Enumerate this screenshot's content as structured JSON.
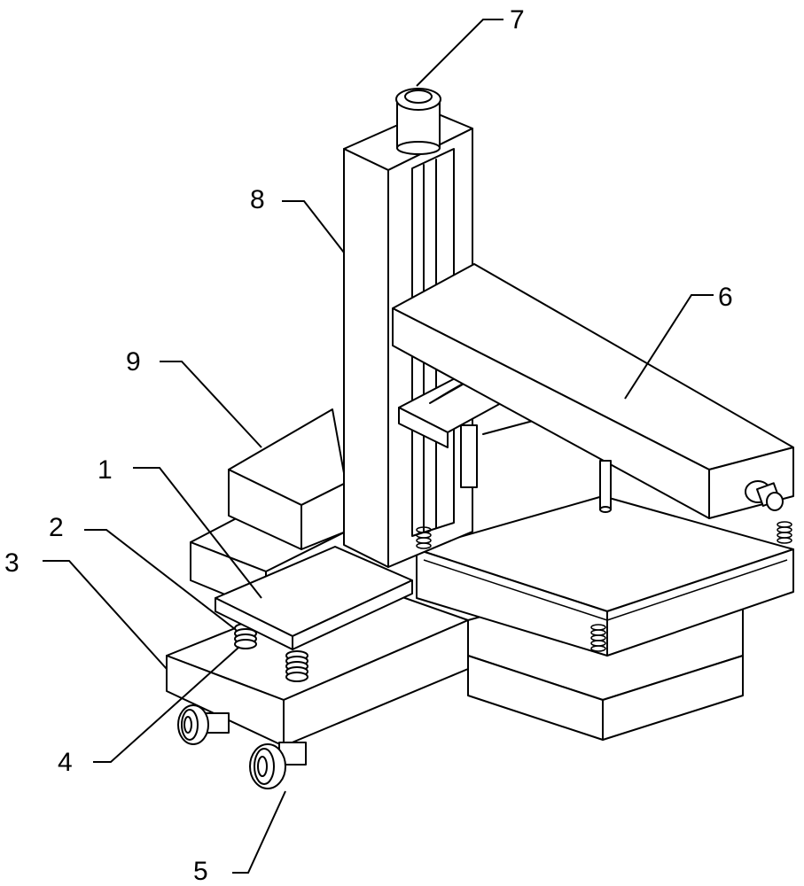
{
  "colors": {
    "line": "#000000",
    "background": "#ffffff"
  },
  "labels": {
    "l1": "1",
    "l2": "2",
    "l3": "3",
    "l4": "4",
    "l5": "5",
    "l6": "6",
    "l7": "7",
    "l8": "8",
    "l9": "9"
  }
}
